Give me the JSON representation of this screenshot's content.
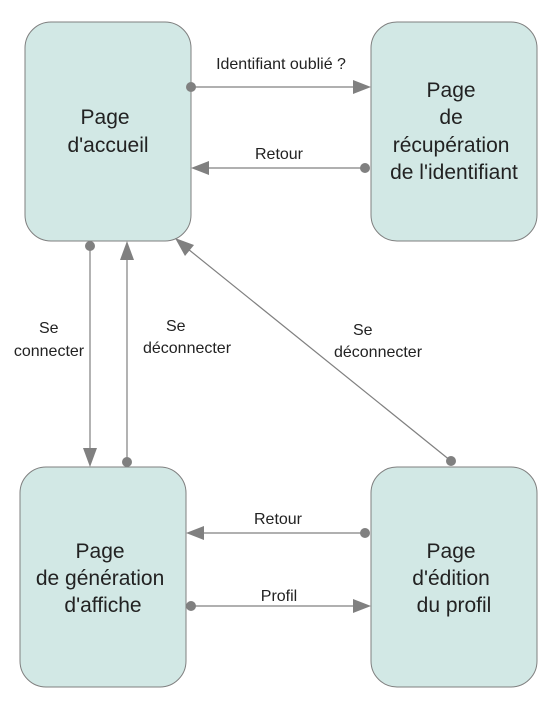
{
  "diagram": {
    "colors": {
      "node_fill": "#d2e8e5",
      "node_stroke": "#7f7f7f",
      "edge": "#808080",
      "text": "#222222"
    },
    "nodes": {
      "accueil": {
        "lines": [
          "Page",
          "d'accueil"
        ]
      },
      "recuperation": {
        "lines": [
          "Page",
          "de",
          "récupération",
          "de l'identifiant"
        ]
      },
      "generation": {
        "lines": [
          "Page",
          "de génération",
          "d'affiche"
        ]
      },
      "edition": {
        "lines": [
          "Page",
          "d'édition",
          "du profil"
        ]
      }
    },
    "edges": {
      "identifiant_oublie": {
        "lines": [
          "Identifiant oublié ?"
        ],
        "from": "accueil",
        "to": "recuperation"
      },
      "retour_recuperation": {
        "lines": [
          "Retour"
        ],
        "from": "recuperation",
        "to": "accueil"
      },
      "se_connecter": {
        "lines": [
          "Se",
          "connecter"
        ],
        "from": "accueil",
        "to": "generation"
      },
      "se_deconnecter_generation": {
        "lines": [
          "Se",
          "déconnecter"
        ],
        "from": "generation",
        "to": "accueil"
      },
      "se_deconnecter_edition": {
        "lines": [
          "Se",
          "déconnecter"
        ],
        "from": "edition",
        "to": "accueil"
      },
      "retour_edition": {
        "lines": [
          "Retour"
        ],
        "from": "edition",
        "to": "generation"
      },
      "profil": {
        "lines": [
          "Profil"
        ],
        "from": "generation",
        "to": "edition"
      }
    }
  }
}
